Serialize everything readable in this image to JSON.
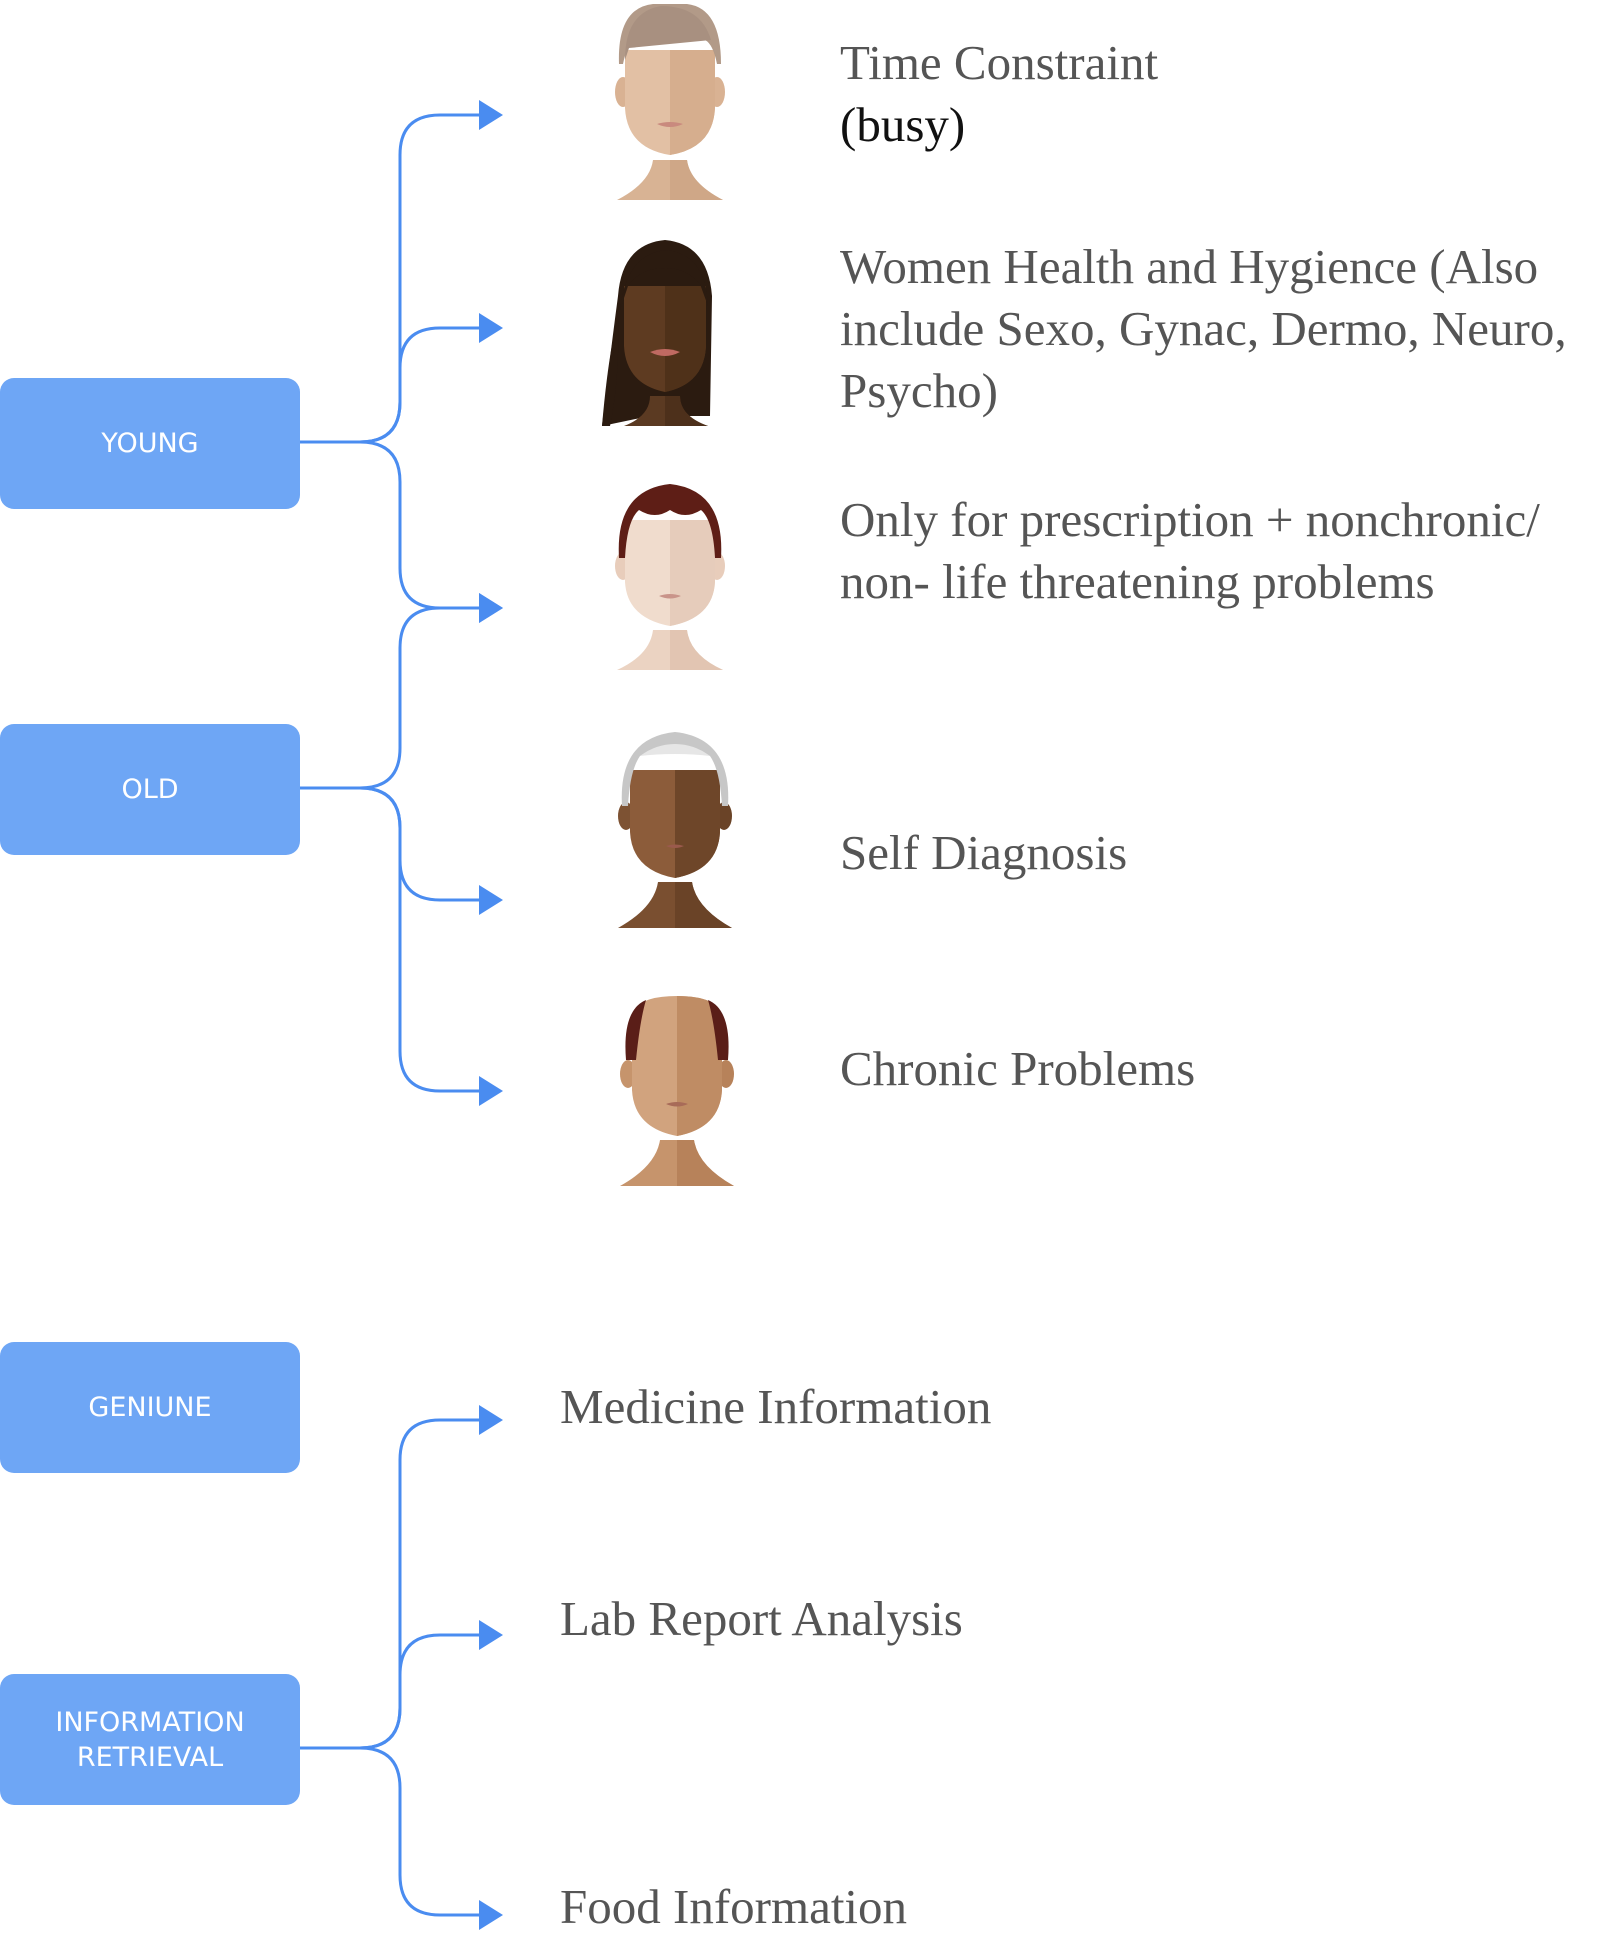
{
  "colors": {
    "accent": "#6ea6f5",
    "connector": "#4a8cf0",
    "label_text": "#555555",
    "label_emphasis": "#111111"
  },
  "categories": {
    "young": [
      "YOUNG"
    ],
    "old": [
      "OLD"
    ],
    "genuine": [
      "GENIUNE"
    ],
    "info_retrieval": [
      "INFORMATION",
      "RETRIEVAL"
    ]
  },
  "labels": {
    "time_constraint": {
      "line1": "Time Constraint",
      "line2": "(busy)"
    },
    "women_health": [
      "Women Health and Hygience (Also",
      "include Sexo, Gynac, Dermo, Neuro,",
      "Psycho)"
    ],
    "prescription": [
      "Only for prescription + nonchronic/",
      "non- life threatening problems"
    ],
    "self_diagnosis": "Self Diagnosis",
    "chronic_problems": "Chronic Problems",
    "medicine_information": "Medicine Information",
    "lab_report_analysis": "Lab Report Analysis",
    "food_information": "Food Information"
  },
  "avatars": [
    {
      "name": "young-man-avatar",
      "skin": "#e0bb9c",
      "hair": "#b0998a"
    },
    {
      "name": "young-woman-avatar",
      "skin": "#5e3a1f",
      "hair": "#2a1a10"
    },
    {
      "name": "pale-man-avatar",
      "skin": "#f0d9c9",
      "hair": "#5e1e16"
    },
    {
      "name": "old-man-avatar",
      "skin": "#8a5a3a",
      "hair": "#b0b0b0"
    },
    {
      "name": "balding-man-avatar",
      "skin": "#cb9a72",
      "hair": "#5a1e18"
    }
  ]
}
